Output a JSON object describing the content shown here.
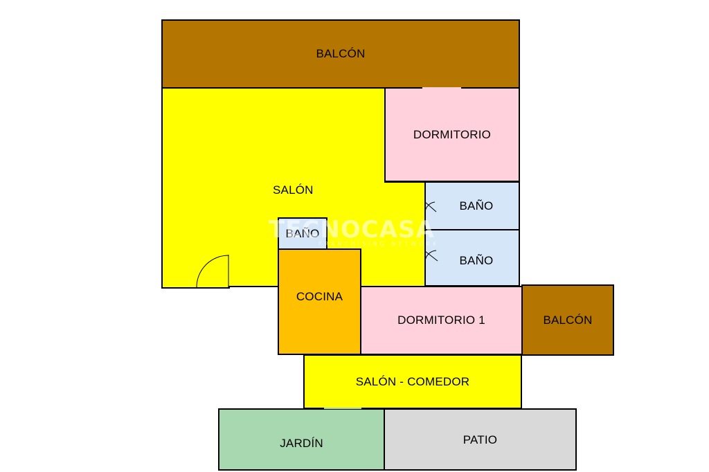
{
  "colors": {
    "balcon": "#B57600",
    "salon": "#FFFF00",
    "dormitorio": "#FFD1DC",
    "bano": "#D4E6F8",
    "cocina": "#FFC000",
    "jardin": "#A8D8B0",
    "patio": "#D9D9D9",
    "wall": "#000000"
  },
  "rooms": {
    "balcon_top": "BALCÓN",
    "salon_main": "SALÓN",
    "dormitorio": "DORMITORIO",
    "bano_1": "BAÑO",
    "bano_2": "BAÑO",
    "bano_small": "BAÑO",
    "cocina": "COCINA",
    "dormitorio_1": "DORMITORIO 1",
    "balcon_right": "BALCÓN",
    "salon_comedor": "SALÓN - COMEDOR",
    "jardin": "JARDÍN",
    "patio": "PATIO"
  },
  "watermark": {
    "brand": "TECNOCASA",
    "tagline": "FRANCHISING NETWORK"
  }
}
